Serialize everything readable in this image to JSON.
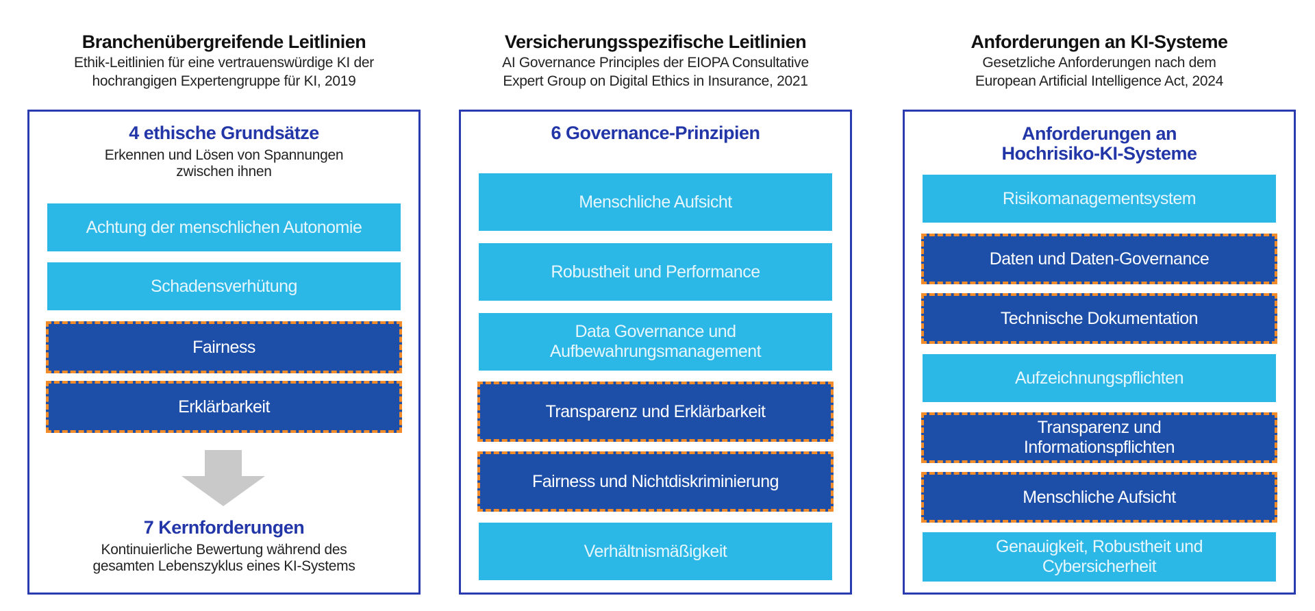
{
  "columns": [
    {
      "title": "Branchenübergreifende Leitlinien",
      "subtitle": "Ethik-Leitlinien für eine vertrauenswürdige KI der\nhochrangigen Expertengruppe für KI, 2019",
      "panel_title": "4 ethische Grundsätze",
      "panel_subtitle": "Erkennen und Lösen von Spannungen\nzwischen ihnen",
      "boxes": [
        {
          "label": "Achtung der menschlichen Autonomie",
          "highlighted": false
        },
        {
          "label": "Schadensverhütung",
          "highlighted": false
        },
        {
          "label": "Fairness",
          "highlighted": true
        },
        {
          "label": "Erklärbarkeit",
          "highlighted": true
        }
      ],
      "bottom_title": "7 Kernforderungen",
      "bottom_subtitle": "Kontinuierliche Bewertung während des\ngesamten Lebenszyklus eines KI-Systems"
    },
    {
      "title": "Versicherungsspezifische Leitlinien",
      "subtitle": "AI Governance Principles der EIOPA Consultative\nExpert Group on Digital Ethics in Insurance, 2021",
      "panel_title": "6 Governance-Prinzipien",
      "boxes": [
        {
          "label": "Menschliche Aufsicht",
          "highlighted": false
        },
        {
          "label": "Robustheit und Performance",
          "highlighted": false
        },
        {
          "label": "Data Governance und\nAufbewahrungsmanagement",
          "highlighted": false
        },
        {
          "label": "Transparenz und Erklärbarkeit",
          "highlighted": true
        },
        {
          "label": "Fairness und Nichtdiskriminierung",
          "highlighted": true
        },
        {
          "label": "Verhältnismäßigkeit",
          "highlighted": false
        }
      ]
    },
    {
      "title": "Anforderungen an KI-Systeme",
      "subtitle": "Gesetzliche Anforderungen nach dem\nEuropean Artificial Intelligence Act, 2024",
      "panel_title": "Anforderungen an\nHochrisiko-KI-Systeme",
      "boxes": [
        {
          "label": "Risikomanagementsystem",
          "highlighted": false
        },
        {
          "label": "Daten und Daten-Governance",
          "highlighted": true
        },
        {
          "label": "Technische Dokumentation",
          "highlighted": true
        },
        {
          "label": "Aufzeichnungspflichten",
          "highlighted": false
        },
        {
          "label": "Transparenz und\nInformationspflichten",
          "highlighted": true
        },
        {
          "label": "Menschliche Aufsicht",
          "highlighted": true
        },
        {
          "label": "Genauigkeit, Robustheit und\nCybersicherheit",
          "highlighted": false
        }
      ]
    }
  ],
  "colors": {
    "panel_border": "#2a3bb0",
    "title_blue": "#2336a8",
    "light_box": "#2bb8e6",
    "dark_box": "#1e4fa8",
    "dash_orange": "#f28c2a",
    "arrow_gray": "#c9c9c9"
  },
  "icons": [
    "down-arrow-icon"
  ]
}
